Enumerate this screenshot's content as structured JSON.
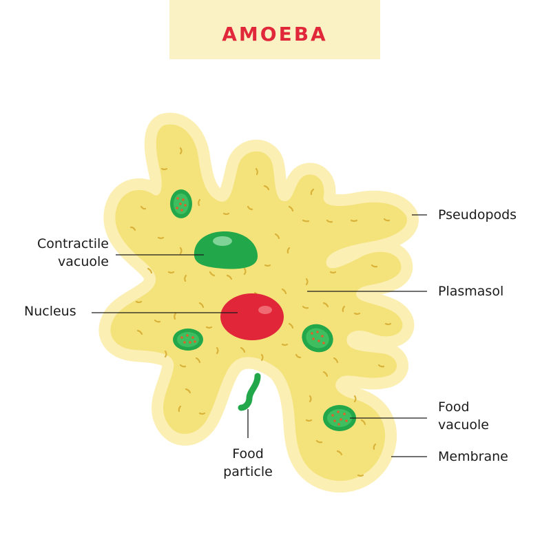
{
  "title": "AMOEBA",
  "labels": {
    "pseudopods": "Pseudopods",
    "contractile_line1": "Contractile",
    "contractile_line2": "vacuole",
    "plasmasol": "Plasmasol",
    "nucleus": "Nucleus",
    "food_vacuole_line1": "Food",
    "food_vacuole_line2": "vacuole",
    "membrane": "Membrane",
    "food_particle_line1": "Food",
    "food_particle_line2": "particle"
  },
  "colors": {
    "title": "#e0283a",
    "banner": "#faf2c4",
    "membrane": "#fbefb4",
    "cytoplasm": "#f4e27a",
    "granules": "#d9b23a",
    "vacuole": "#22a84a",
    "vacuole_light": "#7fd396",
    "nucleus": "#e02638",
    "food_particle": "#22a84a",
    "food_dots": "#e0602a"
  }
}
